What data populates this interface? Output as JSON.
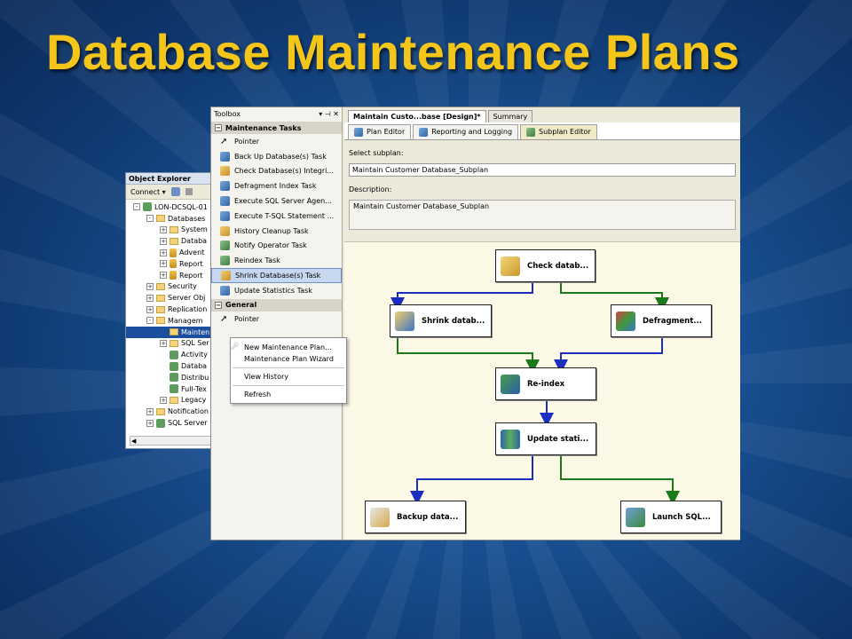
{
  "slide_title": "Database Maintenance Plans",
  "object_explorer": {
    "title": "Object Explorer",
    "connect_label": "Connect ▾",
    "tree": [
      {
        "label": "LON-DCSQL-01",
        "pm": "-",
        "icon": "server"
      },
      {
        "label": "Databases",
        "pm": "-",
        "icon": "folder",
        "indent": 1
      },
      {
        "label": "System",
        "pm": "+",
        "icon": "folder",
        "indent": 2
      },
      {
        "label": "Databa",
        "pm": "+",
        "icon": "folder",
        "indent": 2
      },
      {
        "label": "Advent",
        "pm": "+",
        "icon": "db",
        "indent": 2
      },
      {
        "label": "Report",
        "pm": "+",
        "icon": "db",
        "indent": 2
      },
      {
        "label": "Report",
        "pm": "+",
        "icon": "db",
        "indent": 2
      },
      {
        "label": "Security",
        "pm": "+",
        "icon": "folder",
        "indent": 1
      },
      {
        "label": "Server Obj",
        "pm": "+",
        "icon": "folder",
        "indent": 1
      },
      {
        "label": "Replication",
        "pm": "+",
        "icon": "folder",
        "indent": 1
      },
      {
        "label": "Managem",
        "pm": "-",
        "icon": "folder",
        "indent": 1
      },
      {
        "label": "Mainten",
        "pm": "",
        "icon": "folder",
        "indent": 2,
        "selected": true
      },
      {
        "label": "SQL Ser",
        "pm": "+",
        "icon": "folder",
        "indent": 2
      },
      {
        "label": "Activity",
        "pm": "",
        "icon": "gear",
        "indent": 2
      },
      {
        "label": "Databa",
        "pm": "",
        "icon": "gear",
        "indent": 2
      },
      {
        "label": "Distribu",
        "pm": "",
        "icon": "gear",
        "indent": 2
      },
      {
        "label": "Full-Tex",
        "pm": "",
        "icon": "gear",
        "indent": 2
      },
      {
        "label": "Legacy",
        "pm": "+",
        "icon": "folder",
        "indent": 2
      },
      {
        "label": "Notification",
        "pm": "+",
        "icon": "folder",
        "indent": 1
      },
      {
        "label": "SQL Server",
        "pm": "+",
        "icon": "gear",
        "indent": 1
      }
    ]
  },
  "toolbox": {
    "title": "Toolbox",
    "header_icons": "▾ ⊣ ✕",
    "section1": "Maintenance Tasks",
    "items": [
      {
        "label": "Pointer",
        "icon": "pointer"
      },
      {
        "label": "Back Up Database(s) Task",
        "icon": "task"
      },
      {
        "label": "Check Database(s) Integri...",
        "icon": "task2"
      },
      {
        "label": "Defragment Index Task",
        "icon": "task"
      },
      {
        "label": "Execute SQL Server Agen...",
        "icon": "task"
      },
      {
        "label": "Execute T-SQL Statement ...",
        "icon": "task"
      },
      {
        "label": "History Cleanup Task",
        "icon": "task2"
      },
      {
        "label": "Notify Operator Task",
        "icon": "task3"
      },
      {
        "label": "Reindex Task",
        "icon": "task3"
      },
      {
        "label": "Shrink Database(s) Task",
        "icon": "task2",
        "highlight": true
      },
      {
        "label": "Update Statistics Task",
        "icon": "task"
      }
    ],
    "section2": "General",
    "general_items": [
      {
        "label": "Pointer",
        "icon": "pointer"
      }
    ]
  },
  "context_menu": [
    "New Maintenance Plan...",
    "Maintenance Plan Wizard",
    "View History",
    "Refresh"
  ],
  "doc_tabs": [
    "Maintain Custo...base [Design]*",
    "Summary"
  ],
  "sub_tabs": [
    "Plan Editor",
    "Reporting and Logging",
    "Subplan Editor"
  ],
  "form": {
    "select_label": "Select subplan:",
    "select_value": "Maintain Customer Database_Subplan",
    "desc_label": "Description:",
    "desc_value": "Maintain Customer Database_Subplan"
  },
  "nodes": {
    "check": "Check datab...",
    "shrink": "Shrink datab...",
    "defrag": "Defragment...",
    "reindex": "Re-index",
    "update": "Update stati...",
    "backup": "Backup data...",
    "launch": "Launch SQL..."
  },
  "colors": {
    "title": "#f5c61a",
    "blue_link": "#1a2fc0",
    "green_link": "#1a7a1a"
  }
}
